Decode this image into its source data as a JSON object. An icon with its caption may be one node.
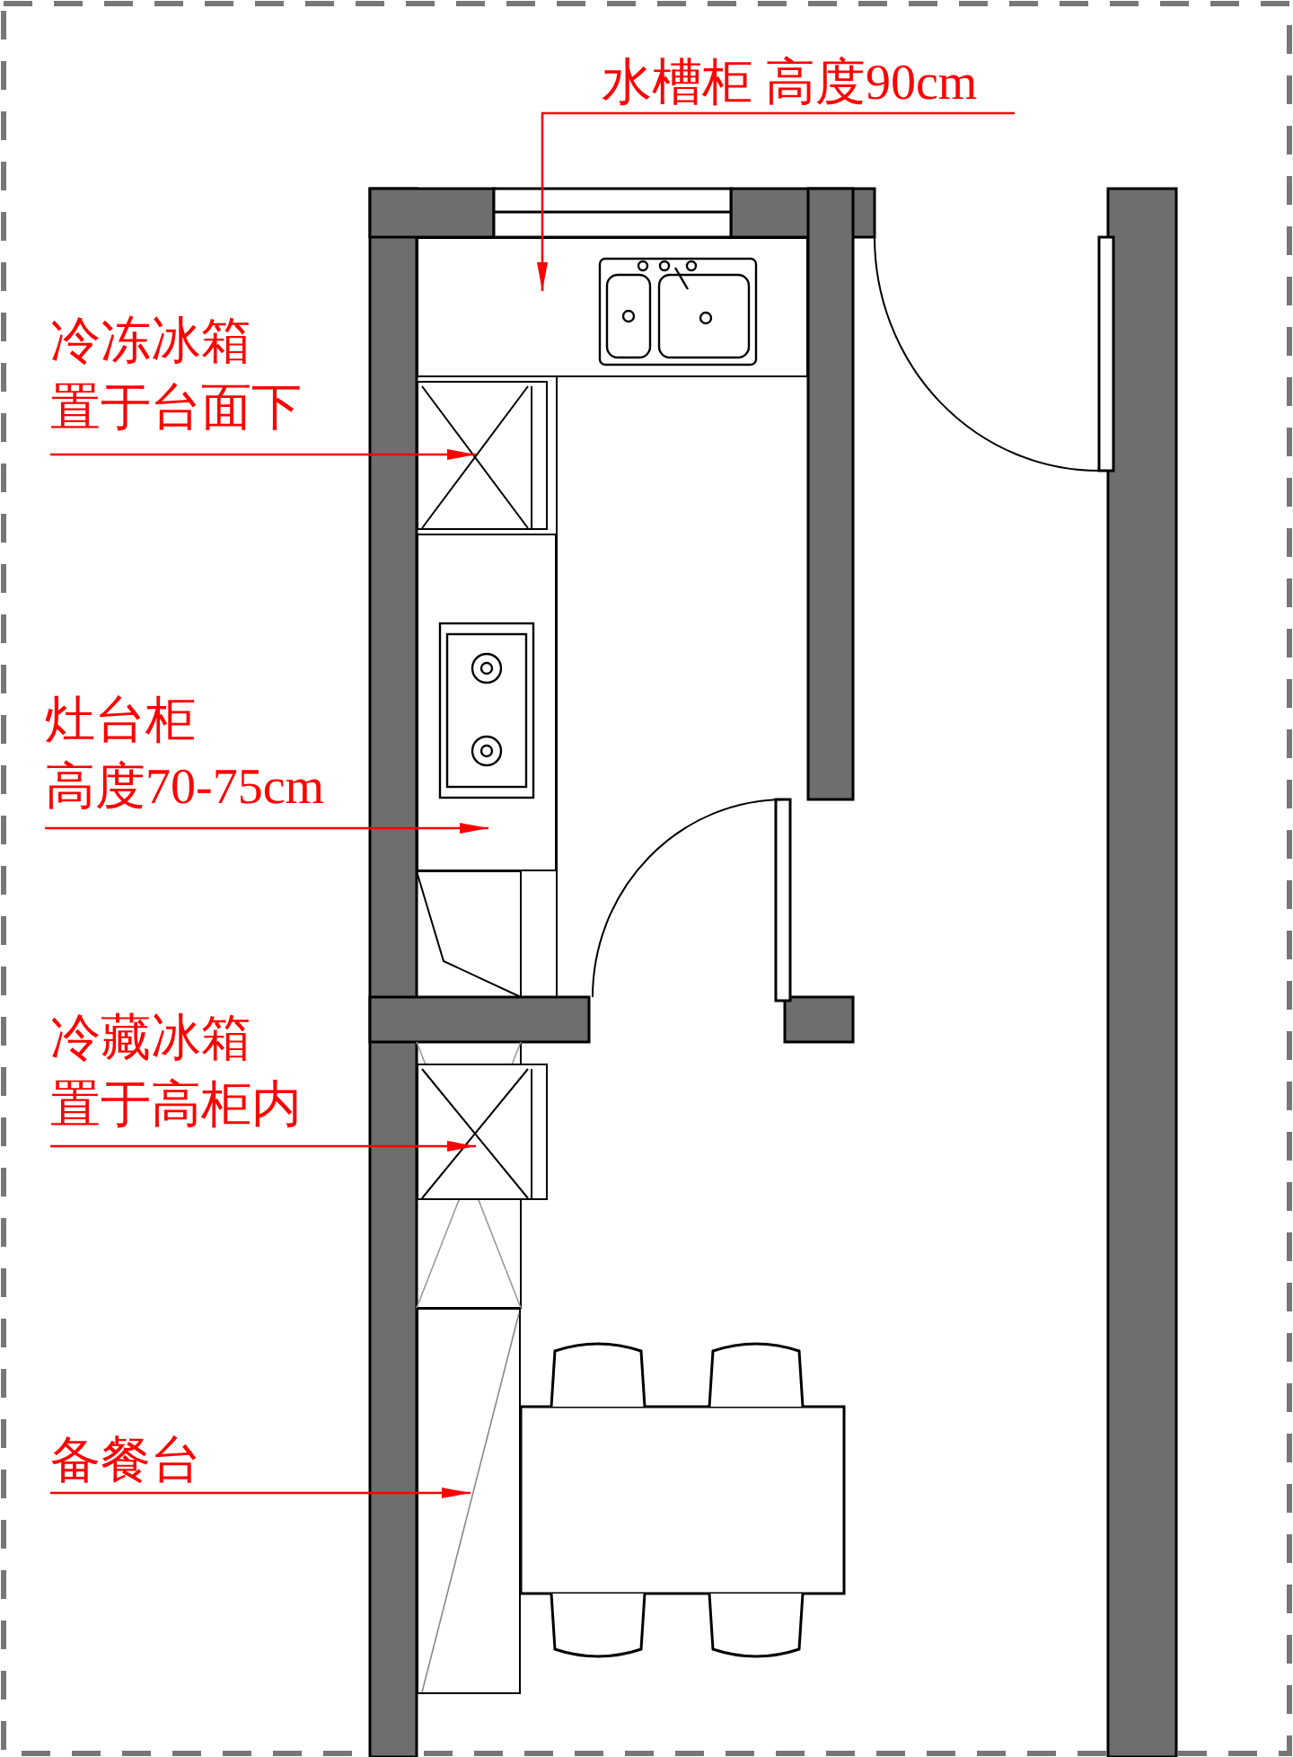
{
  "diagram": {
    "nodes": [
      {
        "text": [
          "水槽柜 高度90cm"
        ]
      },
      {
        "text": [],
        "shape": "box"
      },
      {
        "text": [
          "冷冻冰箱置于台面下"
        ]
      },
      {
        "text": [],
        "shape": "box"
      },
      {
        "text": [
          "灶台柜高度70-75cm"
        ]
      },
      {
        "text": [],
        "shape": "box"
      },
      {
        "text": [
          "冷藏冰箱置于高柜内"
        ]
      },
      {
        "text": [],
        "shape": "box"
      },
      {
        "text": [
          "备餐台"
        ]
      },
      {
        "text": [],
        "shape": "box"
      }
    ],
    "edges": [
      {
        "from": 0,
        "to": 1,
        "arrow": "to"
      },
      {
        "from": 2,
        "to": 3,
        "arrow": "to"
      },
      {
        "from": 4,
        "to": 5,
        "arrow": "to"
      },
      {
        "from": 6,
        "to": 7,
        "arrow": "to"
      },
      {
        "from": 8,
        "to": 9,
        "arrow": "to"
      }
    ]
  }
}
